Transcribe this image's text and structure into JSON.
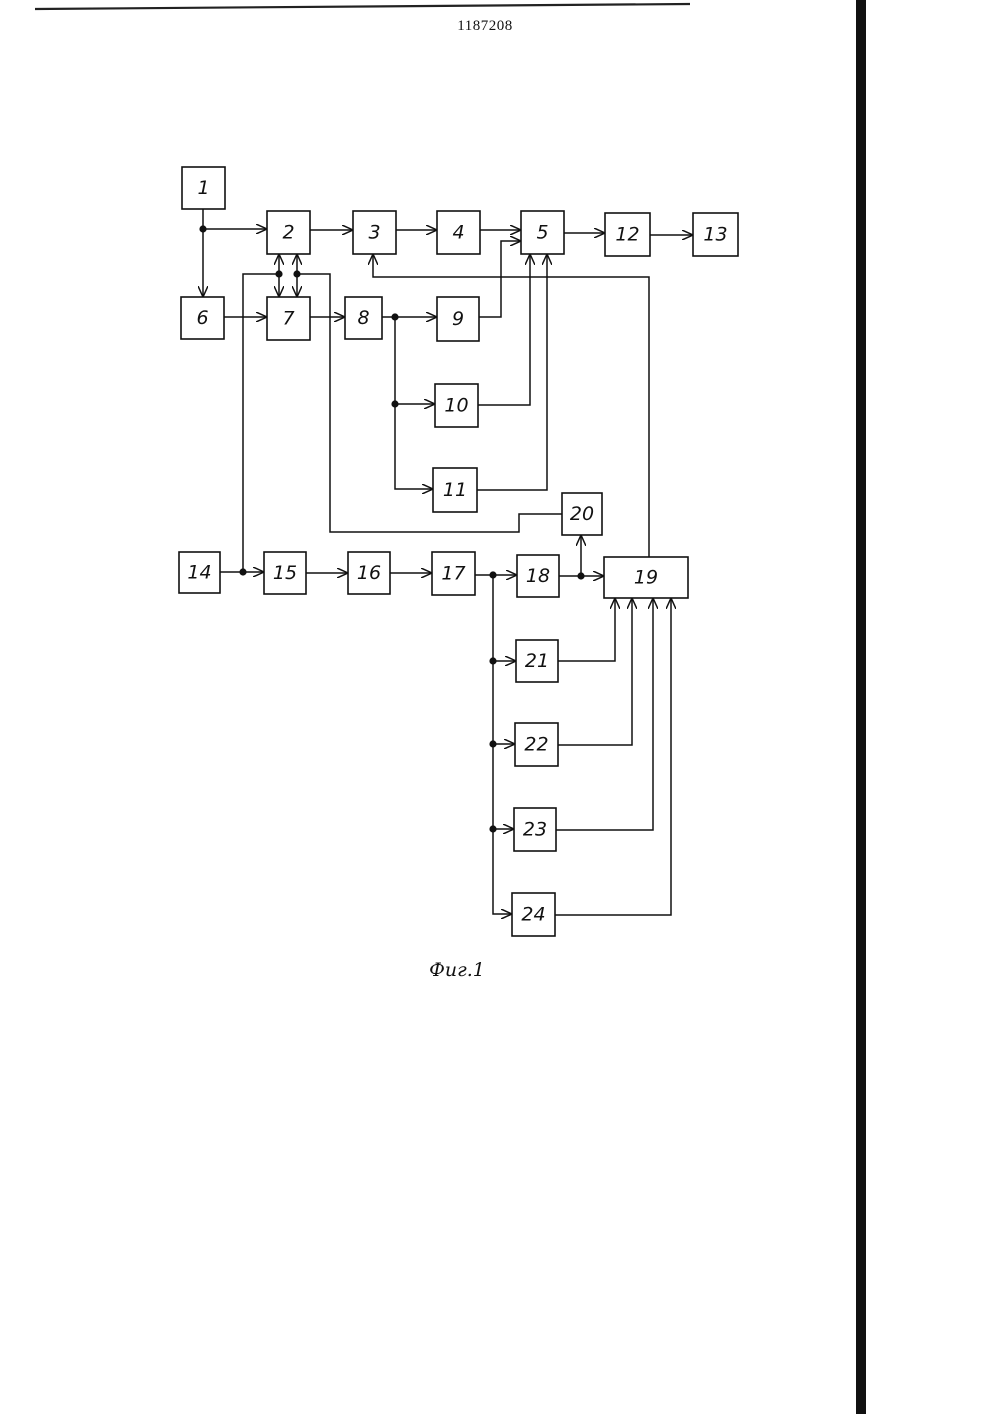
{
  "page_number": "1187208",
  "caption": "Фиг.1",
  "colors": {
    "ink": "#111111",
    "paper": "#ffffff"
  },
  "blocks": [
    {
      "id": "1",
      "label": "1"
    },
    {
      "id": "2",
      "label": "2"
    },
    {
      "id": "3",
      "label": "3"
    },
    {
      "id": "4",
      "label": "4"
    },
    {
      "id": "5",
      "label": "5"
    },
    {
      "id": "6",
      "label": "6"
    },
    {
      "id": "7",
      "label": "7"
    },
    {
      "id": "8",
      "label": "8"
    },
    {
      "id": "9",
      "label": "9"
    },
    {
      "id": "10",
      "label": "10"
    },
    {
      "id": "11",
      "label": "11"
    },
    {
      "id": "12",
      "label": "12"
    },
    {
      "id": "13",
      "label": "13"
    },
    {
      "id": "14",
      "label": "14"
    },
    {
      "id": "15",
      "label": "15"
    },
    {
      "id": "16",
      "label": "16"
    },
    {
      "id": "17",
      "label": "17"
    },
    {
      "id": "18",
      "label": "18"
    },
    {
      "id": "19",
      "label": "19"
    },
    {
      "id": "20",
      "label": "20"
    },
    {
      "id": "21",
      "label": "21"
    },
    {
      "id": "22",
      "label": "22"
    },
    {
      "id": "23",
      "label": "23"
    },
    {
      "id": "24",
      "label": "24"
    }
  ],
  "connections": [
    [
      "1",
      "2"
    ],
    [
      "1",
      "6"
    ],
    [
      "2",
      "3"
    ],
    [
      "3",
      "4"
    ],
    [
      "4",
      "5"
    ],
    [
      "5",
      "12"
    ],
    [
      "12",
      "13"
    ],
    [
      "6",
      "7"
    ],
    [
      "2",
      "7"
    ],
    [
      "7",
      "2"
    ],
    [
      "7",
      "8"
    ],
    [
      "8",
      "9"
    ],
    [
      "8",
      "10"
    ],
    [
      "8",
      "11"
    ],
    [
      "9",
      "5"
    ],
    [
      "10",
      "5"
    ],
    [
      "11",
      "5"
    ],
    [
      "14",
      "15"
    ],
    [
      "14",
      "7"
    ],
    [
      "15",
      "16"
    ],
    [
      "16",
      "17"
    ],
    [
      "17",
      "18"
    ],
    [
      "17",
      "21"
    ],
    [
      "17",
      "22"
    ],
    [
      "17",
      "23"
    ],
    [
      "17",
      "24"
    ],
    [
      "18",
      "19"
    ],
    [
      "18",
      "20"
    ],
    [
      "20",
      "7"
    ],
    [
      "21",
      "19"
    ],
    [
      "22",
      "19"
    ],
    [
      "23",
      "19"
    ],
    [
      "24",
      "19"
    ],
    [
      "19",
      "3"
    ]
  ]
}
